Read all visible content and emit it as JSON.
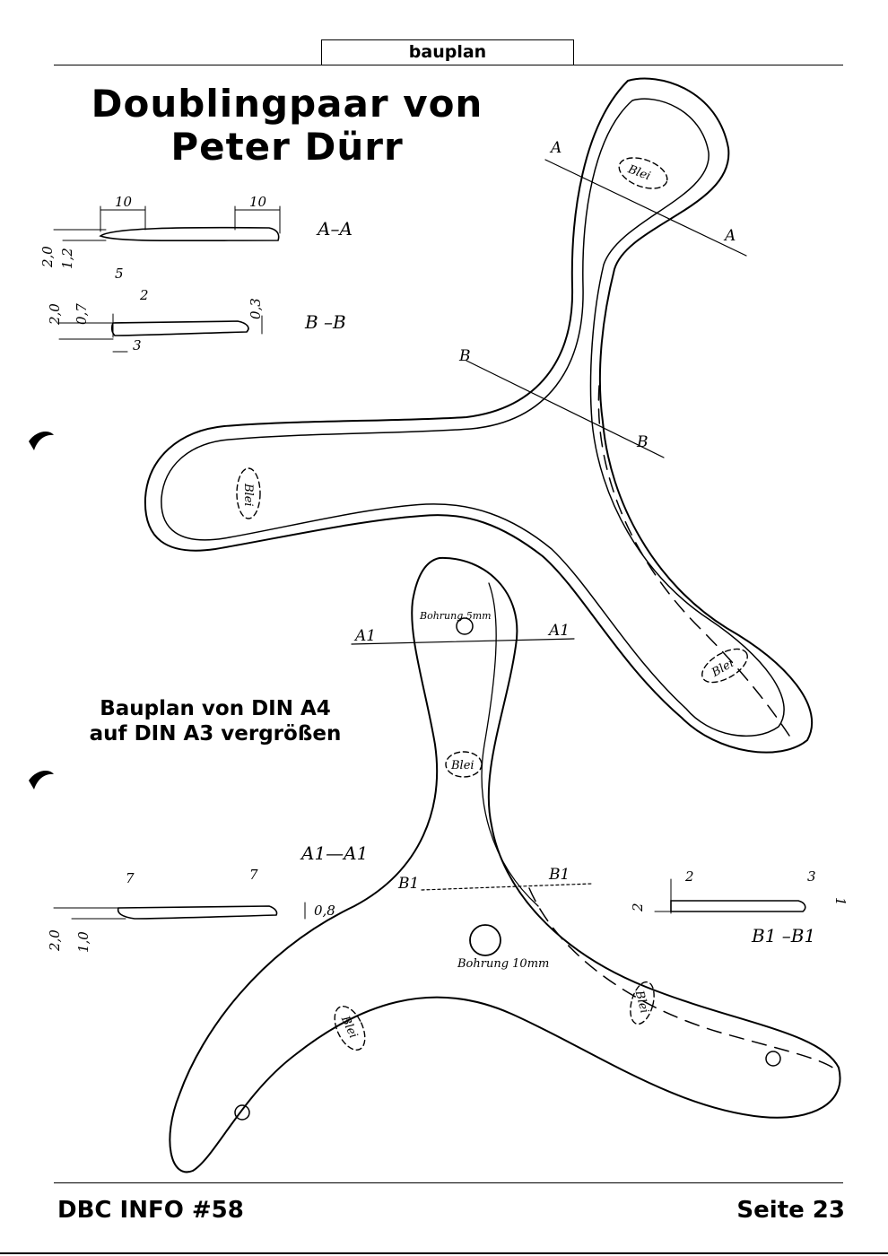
{
  "header": {
    "section": "bauplan"
  },
  "title": {
    "line1": "Doublingpaar von",
    "line2": "Peter Dürr"
  },
  "note": {
    "line1": "Bauplan von DIN A4",
    "line2": "auf DIN A3 vergrößen"
  },
  "upper_boomerang": {
    "sections": {
      "aa": {
        "label": "A–A",
        "dims": [
          "10",
          "10",
          "2,0",
          "1,2"
        ]
      },
      "bb": {
        "label": "B –B",
        "dims": [
          "5",
          "2",
          "2,0",
          "0,7",
          "3",
          "0,3"
        ]
      }
    },
    "cut_labels": [
      "A",
      "A",
      "B",
      "B"
    ],
    "weights": [
      "Blei",
      "Blei",
      "Blei"
    ]
  },
  "lower_boomerang": {
    "sections": {
      "a1a1": {
        "label": "A1—A1",
        "dims": [
          "7",
          "7",
          "2,0",
          "1,0",
          "0,8"
        ]
      },
      "b1b1": {
        "label": "B1 –B1",
        "dims": [
          "2",
          "3",
          "2",
          "1"
        ]
      }
    },
    "cut_labels": [
      "A1",
      "A1",
      "B1",
      "B1"
    ],
    "holes": {
      "small": "Bohrung 5mm",
      "large": "Bohrung 10mm"
    },
    "weights": [
      "Blei",
      "Blei",
      "Blei"
    ]
  },
  "footer": {
    "left": "DBC INFO #58",
    "right": "Seite 23"
  }
}
